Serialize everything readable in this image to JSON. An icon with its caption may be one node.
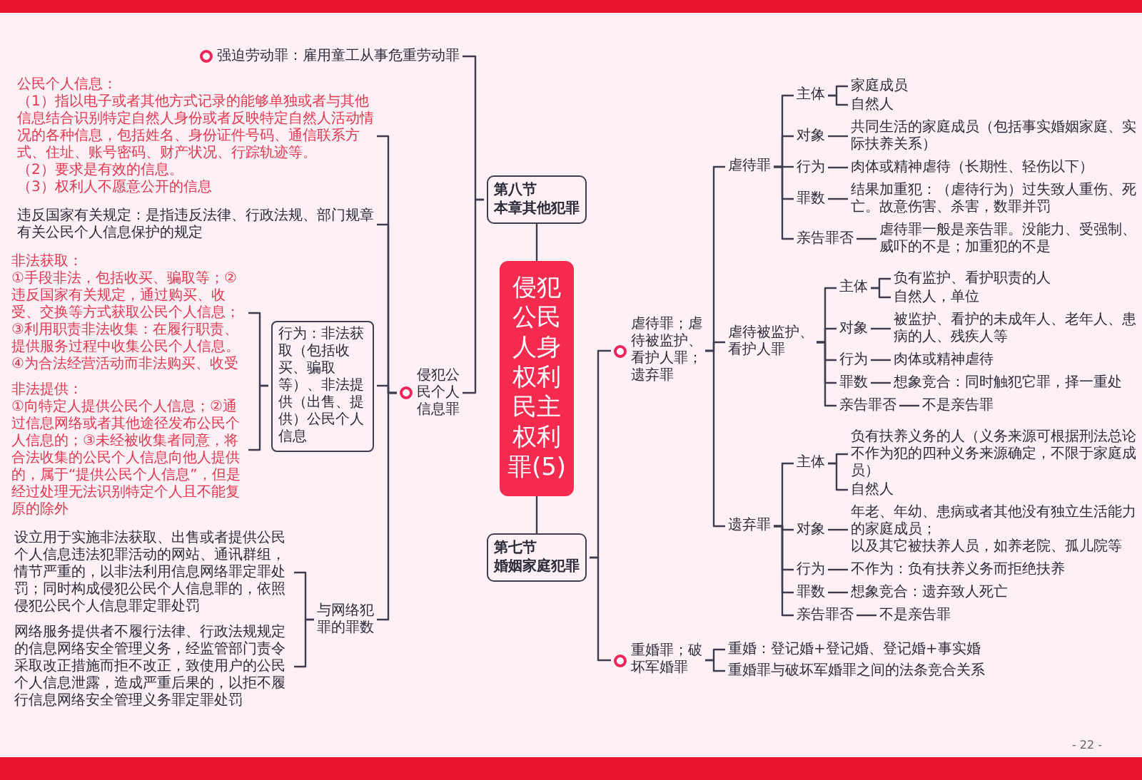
{
  "diagram": {
    "nodes": [
      {
        "text": [
          "侵犯公民人身权利民主权利罪(5)"
        ]
      },
      {
        "text": [
          "第八节",
          "本章其他犯罪"
        ]
      },
      {
        "text": [
          "强迫劳动罪：雇用童工从事危重劳动罪"
        ]
      },
      {
        "text": [
          "侵犯公民个人信息罪"
        ]
      },
      {
        "text": [
          "公民个人信息：",
          "（1）指以电子或者其他方式记录的能够单独或者与其他信息结合识别特定自然人身份或者反映特定自然人活动情况的各种信息，包括姓名、身份证件号码、通信联系方式、住址、账号密码、财产状况、行踪轨迹等。",
          "（2）要求是有效的信息。",
          "（3）权利人不愿意公开的信息"
        ]
      },
      {
        "text": [
          "违反国家有关规定：是指违反法律、行政法规、部门规章有关公民个人信息保护的规定"
        ]
      },
      {
        "text": [
          "行为：非法获取（包括收买、骗取等）、非法提供（出售、提供）公民个人信息"
        ]
      },
      {
        "text": [
          "非法获取：",
          "①手段非法，包括收买、骗取等；②违反国家有关规定，通过购买、收受、交换等方式获取公民个人信息；③利用职责非法收集：在履行职责、提供服务过程中收集公民个人信息。④为合法经营活动而非法购买、收受"
        ]
      },
      {
        "text": [
          "非法提供：",
          "①向特定人提供公民个人信息；②通过信息网络或者其他途径发布公民个人信息的；③未经被收集者同意，将合法收集的公民个人信息向他人提供的，属于“提供公民个人信息”，但是经过处理无法识别特定个人且不能复原的除外"
        ]
      },
      {
        "text": [
          "与网络犯罪的罪数"
        ]
      },
      {
        "text": [
          "设立用于实施非法获取、出售或者提供公民个人信息违法犯罪活动的网站、通讯群组，情节严重的，以非法利用信息网络罪定罪处罚；同时构成侵犯公民个人信息罪的，依照侵犯公民个人信息罪定罪处罚"
        ]
      },
      {
        "text": [
          "网络服务提供者不履行法律、行政法规规定的信息网络安全管理义务，经监管部门责令采取改正措施而拒不改正，致使用户的公民个人信息泄露，造成严重后果的，以拒不履行信息网络安全管理义务罪定罪处罚"
        ]
      },
      {
        "text": [
          "第七节",
          "婚姻家庭犯罪"
        ]
      },
      {
        "text": [
          "虐待罪；虐待被监护、看护人罪；遗弃罪"
        ]
      },
      {
        "text": [
          "虐待罪"
        ]
      },
      {
        "text": [
          "主体"
        ]
      },
      {
        "text": [
          "家庭成员"
        ]
      },
      {
        "text": [
          "自然人"
        ]
      },
      {
        "text": [
          "对象"
        ]
      },
      {
        "text": [
          "共同生活的家庭成员（包括事实婚姻家庭、实际扶养关系）"
        ]
      },
      {
        "text": [
          "行为"
        ]
      },
      {
        "text": [
          "肉体或精神虐待（长期性、轻伤以下）"
        ]
      },
      {
        "text": [
          "罪数"
        ]
      },
      {
        "text": [
          "结果加重犯：（虐待行为）过失致人重伤、死亡。故意伤害、杀害，数罪并罚"
        ]
      },
      {
        "text": [
          "亲告罪否"
        ]
      },
      {
        "text": [
          "虐待罪一般是亲告罪。没能力、受强制、威吓的不是；加重犯的不是"
        ]
      },
      {
        "text": [
          "虐待被监护、看护人罪"
        ]
      },
      {
        "text": [
          "主体"
        ]
      },
      {
        "text": [
          "负有监护、看护职责的人"
        ]
      },
      {
        "text": [
          "自然人，单位"
        ]
      },
      {
        "text": [
          "对象"
        ]
      },
      {
        "text": [
          "被监护、看护的未成年人、老年人、患病的人、残疾人等"
        ]
      },
      {
        "text": [
          "行为"
        ]
      },
      {
        "text": [
          "肉体或精神虐待"
        ]
      },
      {
        "text": [
          "罪数"
        ]
      },
      {
        "text": [
          "想象竞合：同时触犯它罪，择一重处"
        ]
      },
      {
        "text": [
          "亲告罪否"
        ]
      },
      {
        "text": [
          "不是亲告罪"
        ]
      },
      {
        "text": [
          "遗弃罪"
        ]
      },
      {
        "text": [
          "主体"
        ]
      },
      {
        "text": [
          "负有扶养义务的人（义务来源可根据刑法总论不作为犯的四种义务来源确定，不限于家庭成员）"
        ]
      },
      {
        "text": [
          "自然人"
        ]
      },
      {
        "text": [
          "对象"
        ]
      },
      {
        "text": [
          "年老、年幼、患病或者其他没有独立生活能力的家庭成员；",
          "以及其它被扶养人员，如养老院、孤儿院等"
        ]
      },
      {
        "text": [
          "行为"
        ]
      },
      {
        "text": [
          "不作为：负有扶养义务而拒绝扶养"
        ]
      },
      {
        "text": [
          "罪数"
        ]
      },
      {
        "text": [
          "想象竞合：遗弃致人死亡"
        ]
      },
      {
        "text": [
          "亲告罪否"
        ]
      },
      {
        "text": [
          "不是亲告罪"
        ]
      },
      {
        "text": [
          "重婚罪；破坏军婚罪"
        ]
      },
      {
        "text": [
          "重婚：登记婚+登记婚、登记婚+事实婚"
        ]
      },
      {
        "text": [
          "重婚罪与破坏军婚罪之间的法条竞合关系"
        ]
      }
    ],
    "edges": [
      {
        "from": 0,
        "to": 1,
        "arrow": "none"
      },
      {
        "from": 1,
        "to": 2,
        "arrow": "none"
      },
      {
        "from": 1,
        "to": 3,
        "arrow": "none"
      },
      {
        "from": 3,
        "to": 4,
        "arrow": "none"
      },
      {
        "from": 3,
        "to": 5,
        "arrow": "none"
      },
      {
        "from": 3,
        "to": 6,
        "arrow": "none"
      },
      {
        "from": 6,
        "to": 7,
        "arrow": "none"
      },
      {
        "from": 6,
        "to": 8,
        "arrow": "none"
      },
      {
        "from": 3,
        "to": 9,
        "arrow": "none"
      },
      {
        "from": 9,
        "to": 10,
        "arrow": "none"
      },
      {
        "from": 9,
        "to": 11,
        "arrow": "none"
      },
      {
        "from": 0,
        "to": 12,
        "arrow": "none"
      },
      {
        "from": 12,
        "to": 13,
        "arrow": "none"
      },
      {
        "from": 12,
        "to": 50,
        "arrow": "none"
      },
      {
        "from": 13,
        "to": 14,
        "arrow": "none"
      },
      {
        "from": 13,
        "to": 26,
        "arrow": "none"
      },
      {
        "from": 13,
        "to": 38,
        "arrow": "none"
      },
      {
        "from": 14,
        "to": 15,
        "arrow": "none"
      },
      {
        "from": 15,
        "to": 16,
        "arrow": "none"
      },
      {
        "from": 15,
        "to": 17,
        "arrow": "none"
      },
      {
        "from": 14,
        "to": 18,
        "arrow": "none"
      },
      {
        "from": 18,
        "to": 19,
        "arrow": "none"
      },
      {
        "from": 14,
        "to": 20,
        "arrow": "none"
      },
      {
        "from": 20,
        "to": 21,
        "arrow": "none"
      },
      {
        "from": 14,
        "to": 22,
        "arrow": "none"
      },
      {
        "from": 22,
        "to": 23,
        "arrow": "none"
      },
      {
        "from": 14,
        "to": 24,
        "arrow": "none"
      },
      {
        "from": 24,
        "to": 25,
        "arrow": "none"
      },
      {
        "from": 26,
        "to": 27,
        "arrow": "none"
      },
      {
        "from": 27,
        "to": 28,
        "arrow": "none"
      },
      {
        "from": 27,
        "to": 29,
        "arrow": "none"
      },
      {
        "from": 26,
        "to": 30,
        "arrow": "none"
      },
      {
        "from": 30,
        "to": 31,
        "arrow": "none"
      },
      {
        "from": 26,
        "to": 32,
        "arrow": "none"
      },
      {
        "from": 32,
        "to": 33,
        "arrow": "none"
      },
      {
        "from": 26,
        "to": 34,
        "arrow": "none"
      },
      {
        "from": 34,
        "to": 35,
        "arrow": "none"
      },
      {
        "from": 26,
        "to": 36,
        "arrow": "none"
      },
      {
        "from": 36,
        "to": 37,
        "arrow": "none"
      },
      {
        "from": 38,
        "to": 39,
        "arrow": "none"
      },
      {
        "from": 39,
        "to": 40,
        "arrow": "none"
      },
      {
        "from": 39,
        "to": 41,
        "arrow": "none"
      },
      {
        "from": 38,
        "to": 42,
        "arrow": "none"
      },
      {
        "from": 42,
        "to": 43,
        "arrow": "none"
      },
      {
        "from": 38,
        "to": 44,
        "arrow": "none"
      },
      {
        "from": 44,
        "to": 45,
        "arrow": "none"
      },
      {
        "from": 38,
        "to": 46,
        "arrow": "none"
      },
      {
        "from": 46,
        "to": 47,
        "arrow": "none"
      },
      {
        "from": 38,
        "to": 48,
        "arrow": "none"
      },
      {
        "from": 48,
        "to": 49,
        "arrow": "none"
      },
      {
        "from": 50,
        "to": 51,
        "arrow": "none"
      },
      {
        "from": 50,
        "to": 52,
        "arrow": "none"
      }
    ],
    "labels": [
      "- 22 -"
    ]
  }
}
